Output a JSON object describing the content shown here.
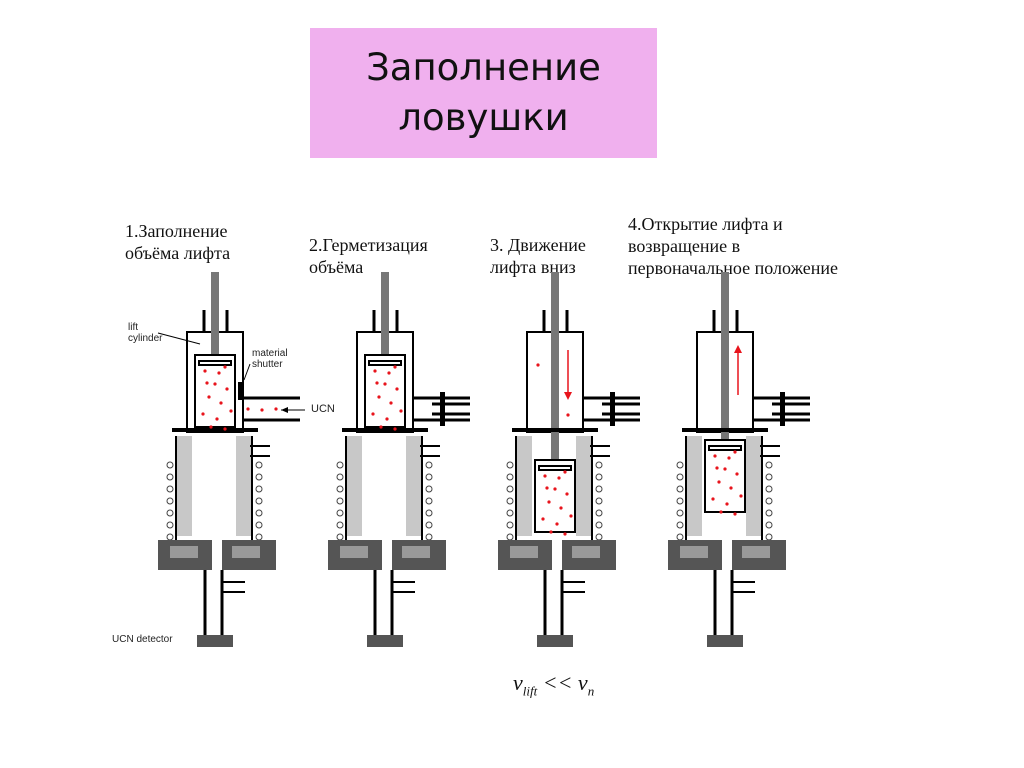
{
  "title": {
    "line1": "Заполнение",
    "line2": "ловушки"
  },
  "steps": [
    {
      "label": "1.Заполнение\nобъёма лифта"
    },
    {
      "label": "2.Герметизация\nобъёма"
    },
    {
      "label": "3. Движение\nлифта вниз"
    },
    {
      "label": "4.Открытие лифта и\nвозвращение в\nпервоначальное положение"
    }
  ],
  "annotations": {
    "lift_cylinder": "lift\ncylinder",
    "material_shutter": "material\nshutter",
    "ucn": "UCN",
    "ucn_detector": "UCN detector"
  },
  "formula": {
    "v": "v",
    "lift_sub": "lift",
    "op": " << ",
    "v2": "v",
    "n_sub": "n"
  },
  "colors": {
    "title_bg": "#f0b0ee",
    "particles": "#e8141c",
    "frame": "#000000",
    "wall": "#c8c8c8",
    "base": "#555555"
  }
}
